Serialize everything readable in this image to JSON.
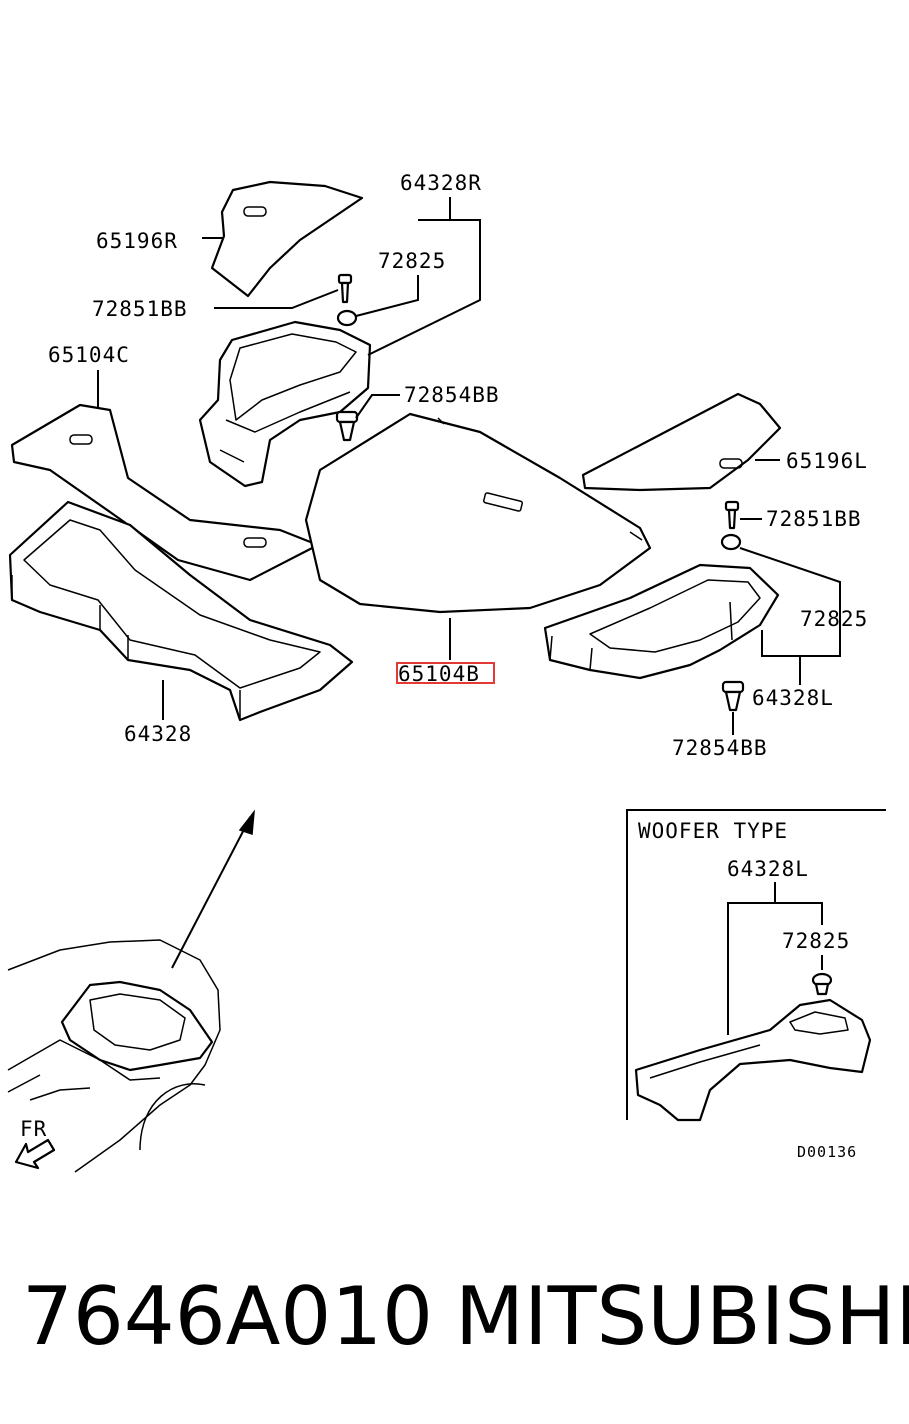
{
  "labels": {
    "p64328R": "64328R",
    "p65196R": "65196R",
    "p72825a": "72825",
    "p72851BBa": "72851BB",
    "p65104C": "65104C",
    "p72854BBa": "72854BB",
    "p65196L": "65196L",
    "p72851BBb": "72851BB",
    "p72825b": "72825",
    "p64328L": "64328L",
    "p72854BBb": "72854BB",
    "p64328": "64328",
    "p65104B": "65104B",
    "fr": "FR"
  },
  "inset": {
    "title": "WOOFER TYPE",
    "p64328L": "64328L",
    "p72825": "72825"
  },
  "figure_code": "D00136",
  "footer": {
    "part_number": "7646A010",
    "brand": "MITSUBISHI"
  },
  "colors": {
    "line": "#000000",
    "highlight": "#e53935"
  }
}
